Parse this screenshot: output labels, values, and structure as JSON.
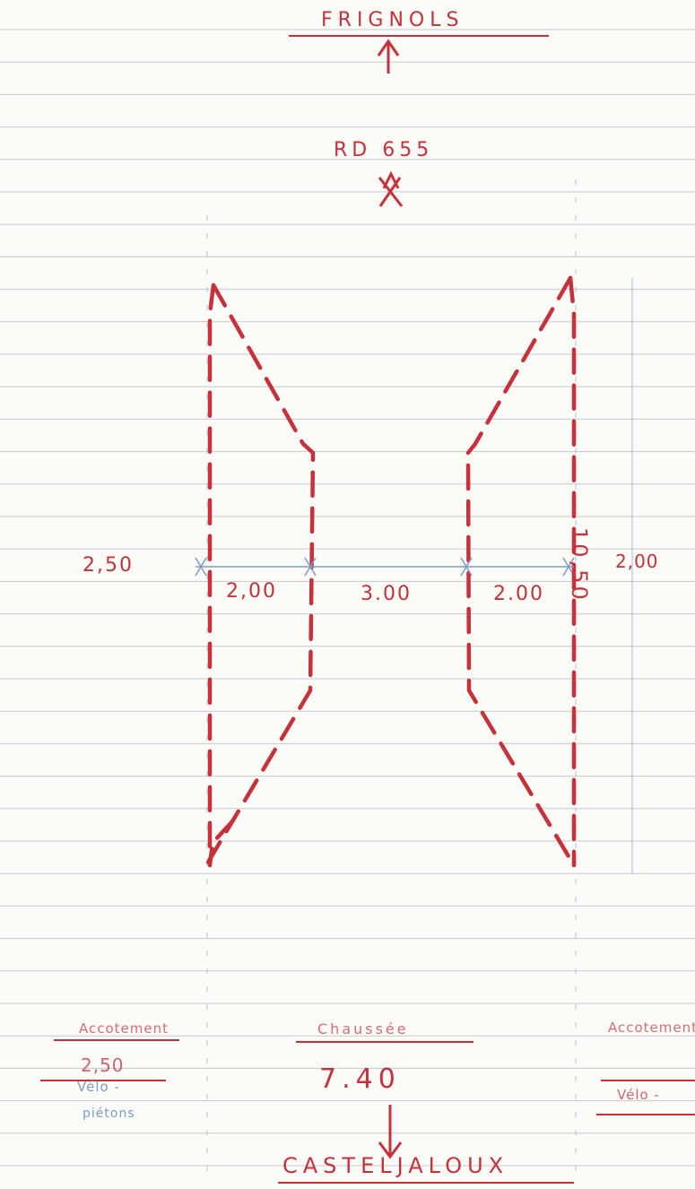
{
  "page": {
    "top_destination": "FRIGNOLS",
    "road": "RD 655",
    "bottom_destination": "CASTELJALOUX"
  },
  "dimensions": {
    "left_verge": "2,50",
    "left_lane": "2,00",
    "center": "3.00",
    "right_lane": "2.00",
    "right_verge": "2,00",
    "length": "10,50"
  },
  "legend": {
    "left_header": "Accotement",
    "left_value": "2,50",
    "left_sub": "Vélo -",
    "left_sub2": "piétons",
    "center_header": "Chaussée",
    "center_value": "7.40",
    "right_header": "Accotement",
    "right_sub": "Vélo -"
  },
  "colors": {
    "ink_red": "#c8303a",
    "ink_blue": "#7d9cc3",
    "rule": "#9aa3ad",
    "paper": "#fbfbf8"
  }
}
